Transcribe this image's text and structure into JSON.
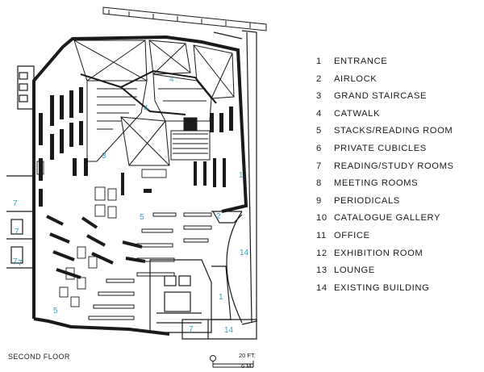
{
  "legend": [
    {
      "num": "1",
      "label": "ENTRANCE"
    },
    {
      "num": "2",
      "label": "AIRLOCK"
    },
    {
      "num": "3",
      "label": "GRAND STAIRCASE"
    },
    {
      "num": "4",
      "label": "CATWALK"
    },
    {
      "num": "5",
      "label": "STACKS/READING ROOM"
    },
    {
      "num": "6",
      "label": "PRIVATE CUBICLES"
    },
    {
      "num": "7",
      "label": "READING/STUDY ROOMS"
    },
    {
      "num": "8",
      "label": "MEETING ROOMS"
    },
    {
      "num": "9",
      "label": "PERIODICALS"
    },
    {
      "num": "10",
      "label": "CATALOGUE GALLERY"
    },
    {
      "num": "11",
      "label": "OFFICE"
    },
    {
      "num": "12",
      "label": "EXHIBITION ROOM"
    },
    {
      "num": "13",
      "label": "LOUNGE"
    },
    {
      "num": "14",
      "label": "EXISTING BUILDING"
    }
  ],
  "floor_label": "SECOND FLOOR",
  "scale": {
    "zero": "0",
    "feet": "20 FT.",
    "meters": "6 M."
  },
  "plan_tags": {
    "t1a": "1",
    "t1b": "1",
    "t2": "2",
    "t3": "3",
    "t4a": "4",
    "t4b": "4",
    "t5a": "5",
    "t5b": "5",
    "t7a": "7",
    "t7b": "7",
    "t7c": "7",
    "t7d": "7",
    "t7e": "7",
    "t14a": "14",
    "t14b": "14"
  },
  "colors": {
    "tag": "#3a9fc0",
    "wall": "#1a1a1a"
  }
}
